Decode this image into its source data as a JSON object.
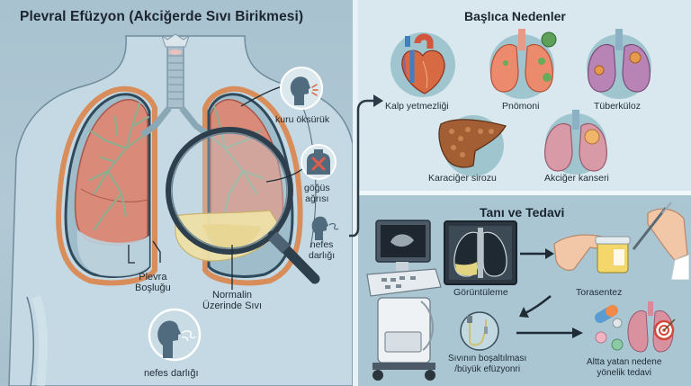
{
  "main": {
    "title": "Plevral Efüzyon (Akciğerde Sıvı Birikmesi)",
    "annotations": {
      "pleural_space": [
        "Plevra",
        "Boşluğu"
      ],
      "excess_fluid": [
        "Normalin",
        "Üzerinde Sıvı"
      ]
    },
    "symptoms": [
      {
        "label": "kuru öksürük",
        "icon": "cough-icon"
      },
      {
        "label_lines": [
          "göğüs",
          "ağrısı"
        ],
        "icon": "chest-pain-icon"
      },
      {
        "label_lines": [
          "nefes",
          "darlığı"
        ],
        "icon": "breath-icon"
      }
    ],
    "bottom_symptom": {
      "label": "nefes darlığı",
      "icon": "shortness-of-breath-icon"
    }
  },
  "causes": {
    "title": "Başlıca Nedenler",
    "items": [
      {
        "label": "Kalp yetmezliği",
        "icon": "heart-icon"
      },
      {
        "label": "Pnömoni",
        "icon": "pneumonia-lungs-icon"
      },
      {
        "label": "Tüberküloz",
        "icon": "tuberculosis-lungs-icon"
      },
      {
        "label": "Karaciğer sirozu",
        "icon": "liver-icon"
      },
      {
        "label": "Akciğer kanseri",
        "icon": "cancer-lungs-icon"
      }
    ]
  },
  "diagnosis": {
    "title": "Tanı ve Tedavi",
    "steps": [
      {
        "label": "Görüntüleme",
        "icon": "xray-icon"
      },
      {
        "label": "Torasentez",
        "icon": "thoracentesis-icon"
      },
      {
        "label_lines": [
          "Sıvının boşaltılması",
          "/büyük efüzyonri"
        ],
        "icon": "drain-tube-icon"
      },
      {
        "label_lines": [
          "Altta yatan nedene",
          "yönelik tedavi"
        ],
        "icon": "treatment-icon"
      }
    ],
    "device_icon": "ultrasound-machine-icon"
  },
  "colors": {
    "left_bg": "#a9c2cf",
    "causes_bg": "#d8e8ee",
    "diagnosis_bg": "#a9c6d2",
    "lung_tissue": "#d98a78",
    "bronchi": "#8fae90",
    "fluid": "#efe1a8",
    "heading": "#1b2530"
  }
}
